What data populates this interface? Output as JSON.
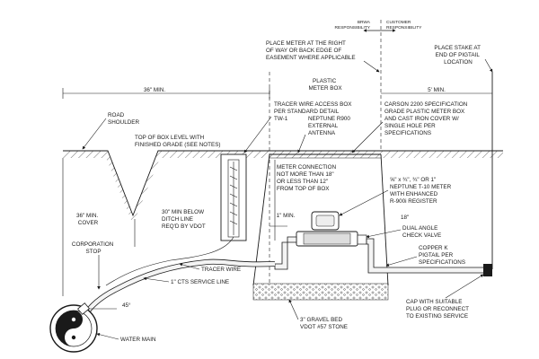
{
  "labels": {
    "brwa_responsibility": "BRWA RESPONSIBILITY",
    "customer_responsibility": "CUSTOMER RESPONSIBILITY",
    "place_meter": [
      "PLACE METER AT THE RIGHT",
      "OF WAY OR BACK EDGE OF",
      "EASEMENT WHERE APPLICABLE"
    ],
    "place_stake": [
      "PLACE STAKE AT",
      "END OF PIGTAIL",
      "LOCATION"
    ],
    "plastic_meter_box": [
      "PLASTIC",
      "METER BOX"
    ],
    "dim_36_min_top": "36\" MIN.",
    "dim_5_min": "5' MIN.",
    "road_shoulder": [
      "ROAD",
      "SHOULDER"
    ],
    "tracer_access_box": [
      "TRACER WIRE ACCESS BOX",
      "PER STANDARD DETAIL",
      "TW-1"
    ],
    "neptune_r900": [
      "NEPTUNE R900",
      "EXTERNAL",
      "ANTENNA"
    ],
    "carson": [
      "CARSON 2200 SPECIFICATION",
      "GRADE PLASTIC METER BOX",
      "AND CAST IRON COVER W/",
      "SINGLE HOLE PER",
      "SPECIFICATIONS"
    ],
    "top_of_box": [
      "TOP OF BOX LEVEL WITH",
      "FINISHED GRADE (SEE NOTES)"
    ],
    "meter_connection": [
      "METER CONNECTION",
      "NOT MORE THAN 18\"",
      "OR LESS THAN 12\"",
      "FROM TOP OF BOX"
    ],
    "neptune_t10": [
      "⅝\" x ¾\", ¾\" OR 1\"",
      "NEPTUNE T-10 METER",
      "WITH ENHANCED",
      "R-900i REGISTER"
    ],
    "ditch_line": [
      "30\" MIN BELOW",
      "DITCH LINE",
      "REQ'D BY VDOT"
    ],
    "dim_36_min_cover": [
      "36\" MIN.",
      "COVER"
    ],
    "dim_1_min": "1\" MIN.",
    "dim_18": "18\"",
    "dual_angle": [
      "DUAL ANGLE",
      "CHECK VALVE"
    ],
    "corporation_stop": [
      "CORPORATION",
      "STOP"
    ],
    "copper_pigtail": [
      "COPPER K",
      "PIGTAIL PER",
      "SPECIFICATIONS"
    ],
    "tracer_wire": "TRACER WIRE",
    "cts_service_line": "1\" CTS SERVICE LINE",
    "angle_45": "45°",
    "cap": [
      "CAP WITH SUITABLE",
      "PLUG OR RECONNECT",
      "TO EXISTING SERVICE"
    ],
    "gravel_bed": [
      "3\" GRAVEL BED",
      "VDOT #57 STONE"
    ],
    "water_main": "WATER MAIN"
  }
}
